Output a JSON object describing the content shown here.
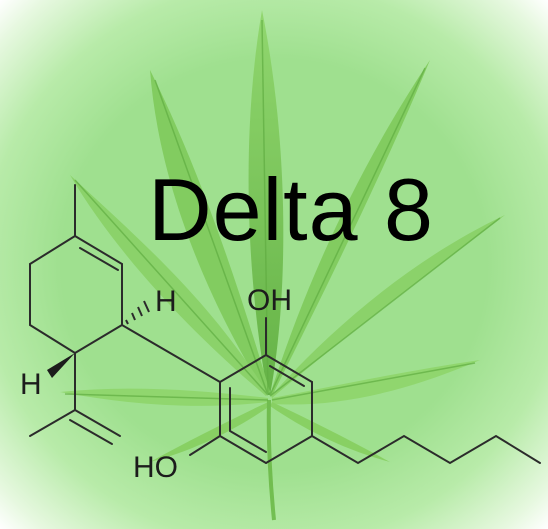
{
  "title": "Delta 8",
  "molecule": {
    "atom_labels": {
      "h_upper": "H",
      "h_lower": "H",
      "oh_top": "OH",
      "oh_bottom": "HO"
    }
  },
  "colors": {
    "background": "#9fe08f",
    "leaf_light": "#86cf5f",
    "leaf_dark": "#5fae3f",
    "structure": "#2b2b2b",
    "text": "#000000"
  }
}
